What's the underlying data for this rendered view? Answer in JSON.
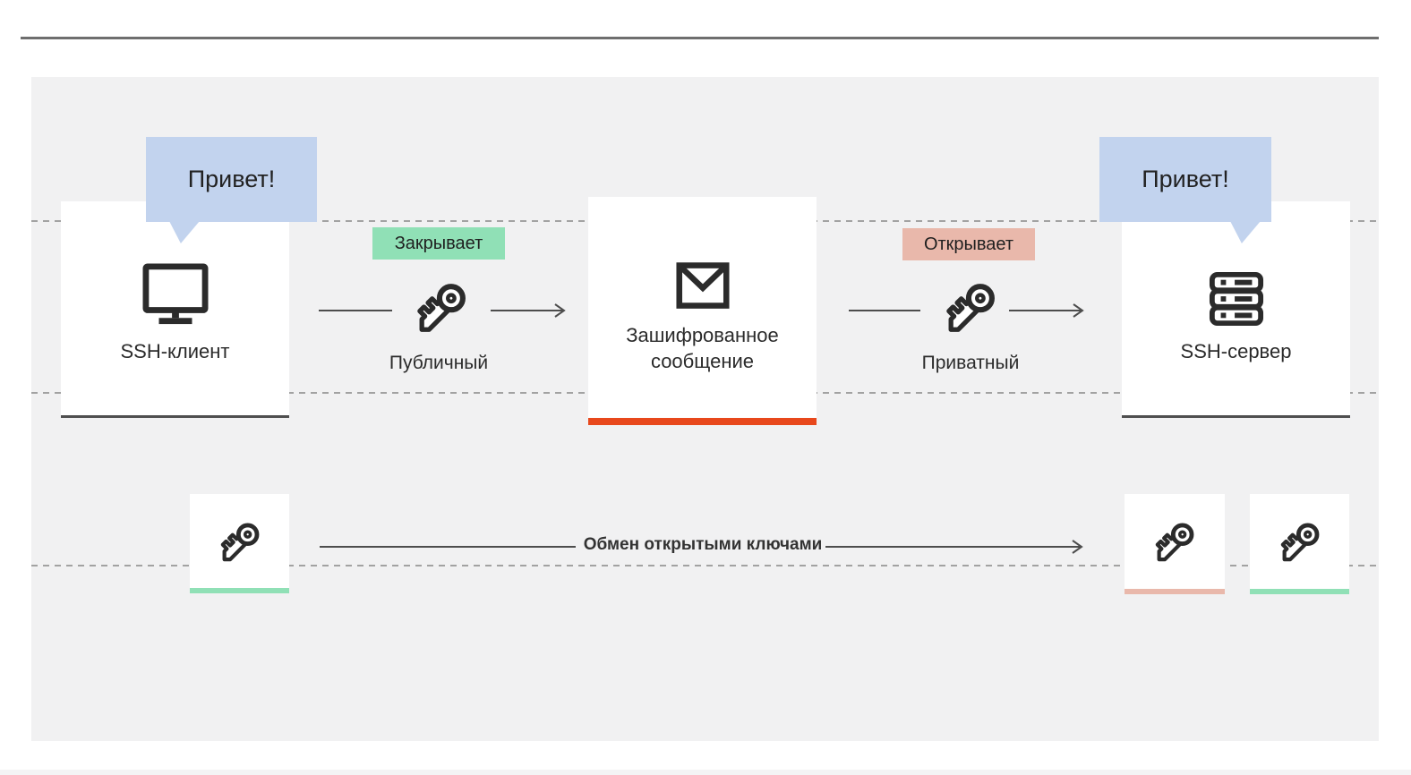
{
  "colors": {
    "panel_bg": "#f1f1f2",
    "bubble_blue": "#c2d3ee",
    "accent_green": "#90e0b6",
    "accent_pink": "#e9b8ab",
    "accent_red": "#e8481c",
    "ink": "#2b2b2b",
    "line_gray": "#4d4d4d",
    "dash_gray": "#a2a2a2"
  },
  "bubbles": {
    "client": "Привет!",
    "server": "Привет!"
  },
  "nodes": {
    "client": {
      "label": "SSH-клиент",
      "icon": "monitor-icon"
    },
    "message": {
      "label": "Зашифрованное сообщение",
      "icon": "envelope-icon"
    },
    "server": {
      "label": "SSH-сервер",
      "icon": "server-icon"
    }
  },
  "keys": {
    "public": {
      "label": "Публичный",
      "badge": "Закрывает",
      "icon": "key-icon"
    },
    "private": {
      "label": "Приватный",
      "badge": "Открывает",
      "icon": "key-icon"
    }
  },
  "exchange": {
    "label": "Обмен открытыми ключами"
  }
}
